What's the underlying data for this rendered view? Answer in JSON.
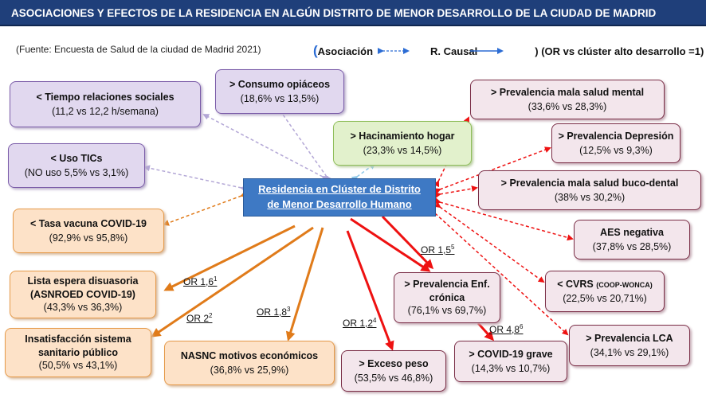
{
  "title": "ASOCIACIONES Y EFECTOS DE LA RESIDENCIA EN ALGÚN DISTRITO DE MENOR DESARROLLO DE LA CIUDAD DE MADRID",
  "source": "(Fuente: Encuesta de Salud de la ciudad de Madrid 2021)",
  "legend": {
    "open_paren": "(",
    "asociacion": "Asociación",
    "causal": "R. Causal",
    "close": ") (OR vs clúster alto desarrollo =1)"
  },
  "center": {
    "line1": "Residencia en Clúster de Distrito",
    "line2": "de Menor Desarrollo Humano"
  },
  "nodes": {
    "tiempo": {
      "label": "< Tiempo relaciones sociales",
      "value": "(11,2 vs 12,2 h/semana)"
    },
    "opiaceos": {
      "label": "> Consumo opiáceos",
      "value": "(18,6% vs 13,5%)"
    },
    "hacinamiento": {
      "label": "> Hacinamiento hogar",
      "value": "(23,3% vs 14,5%)"
    },
    "tics": {
      "label": "< Uso TICs",
      "value": "(NO uso 5,5% vs 3,1%)"
    },
    "vacuna": {
      "label": "< Tasa vacuna COVID-19",
      "value": "(92,9% vs 95,8%)"
    },
    "lista": {
      "label1": "Lista espera disuasoria",
      "label2": "(ASNROED COVID-19)",
      "value": "(43,3% vs 36,3%)"
    },
    "insatisfaccion": {
      "label1": "Insatisfacción sistema",
      "label2": "sanitario público",
      "value": "(50,5% vs 43,1%)"
    },
    "nasnc": {
      "label": "NASNC motivos económicos",
      "value": "(36,8% vs 25,9%)"
    },
    "exceso": {
      "label": "> Exceso peso",
      "value": "(53,5% vs 46,8%)"
    },
    "cronica": {
      "label1": "> Prevalencia Enf.",
      "label2": "crónica",
      "value": "(76,1% vs 69,7%)"
    },
    "covid_grave": {
      "label": "> COVID-19 grave",
      "value": "(14,3% vs 10,7%)"
    },
    "mental": {
      "label": "> Prevalencia mala salud mental",
      "value": "(33,6% vs 28,3%)"
    },
    "depresion": {
      "label": "> Prevalencia Depresión",
      "value": "(12,5% vs 9,3%)"
    },
    "bucodental": {
      "label": "> Prevalencia mala salud buco-dental",
      "value": "(38% vs 30,2%)"
    },
    "aes": {
      "label": "AES negativa",
      "value": "(37,8% vs 28,5%)"
    },
    "cvrs": {
      "label": "< CVRS",
      "label_small": "(COOP-WONCA)",
      "value": "(22,5% vs 20,71%)"
    },
    "lca": {
      "label": "> Prevalencia LCA",
      "value": "(34,1% vs 29,1%)"
    }
  },
  "or_labels": {
    "or1": {
      "text": "OR 1,6",
      "sup": "1"
    },
    "or2": {
      "text": "OR 2",
      "sup": "2"
    },
    "or3": {
      "text": "OR 1,8",
      "sup": "3"
    },
    "or4": {
      "text": "OR 1,2",
      "sup": "4"
    },
    "or5": {
      "text": "OR 1,5",
      "sup": "5"
    },
    "or6": {
      "text": "OR 4,8",
      "sup": "6"
    }
  },
  "colors": {
    "title_bg": "#1f3f7a",
    "center_bg": "#3e79c4",
    "purple_arrow": "#b3a7d6",
    "light_blue_arrow": "#8fc8e8",
    "orange_arrow": "#e07b1a",
    "red_arrow": "#ee1111",
    "legend_blue": "#2b6cd4"
  }
}
